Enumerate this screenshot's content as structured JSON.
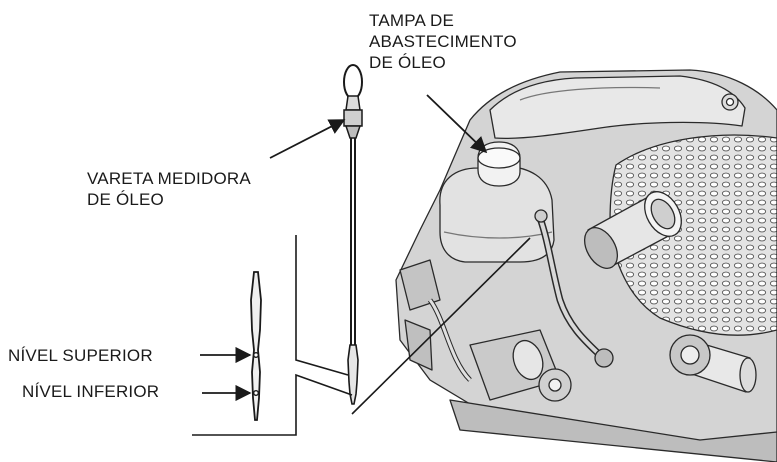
{
  "labels": {
    "oil_fill_cap": [
      "TAMPA DE",
      "ABASTECIMENTO",
      "DE ÓLEO"
    ],
    "dipstick": [
      "VARETA MEDIDORA",
      "DE ÓLEO"
    ],
    "upper_level": "NÍVEL SUPERIOR",
    "lower_level": "NÍVEL INFERIOR"
  },
  "colors": {
    "ink": "#1a1a1a",
    "metal_light": "#d9d9d9",
    "metal_mid": "#a8a8a8",
    "metal_dark": "#5a5a5a",
    "background": "#ffffff"
  }
}
